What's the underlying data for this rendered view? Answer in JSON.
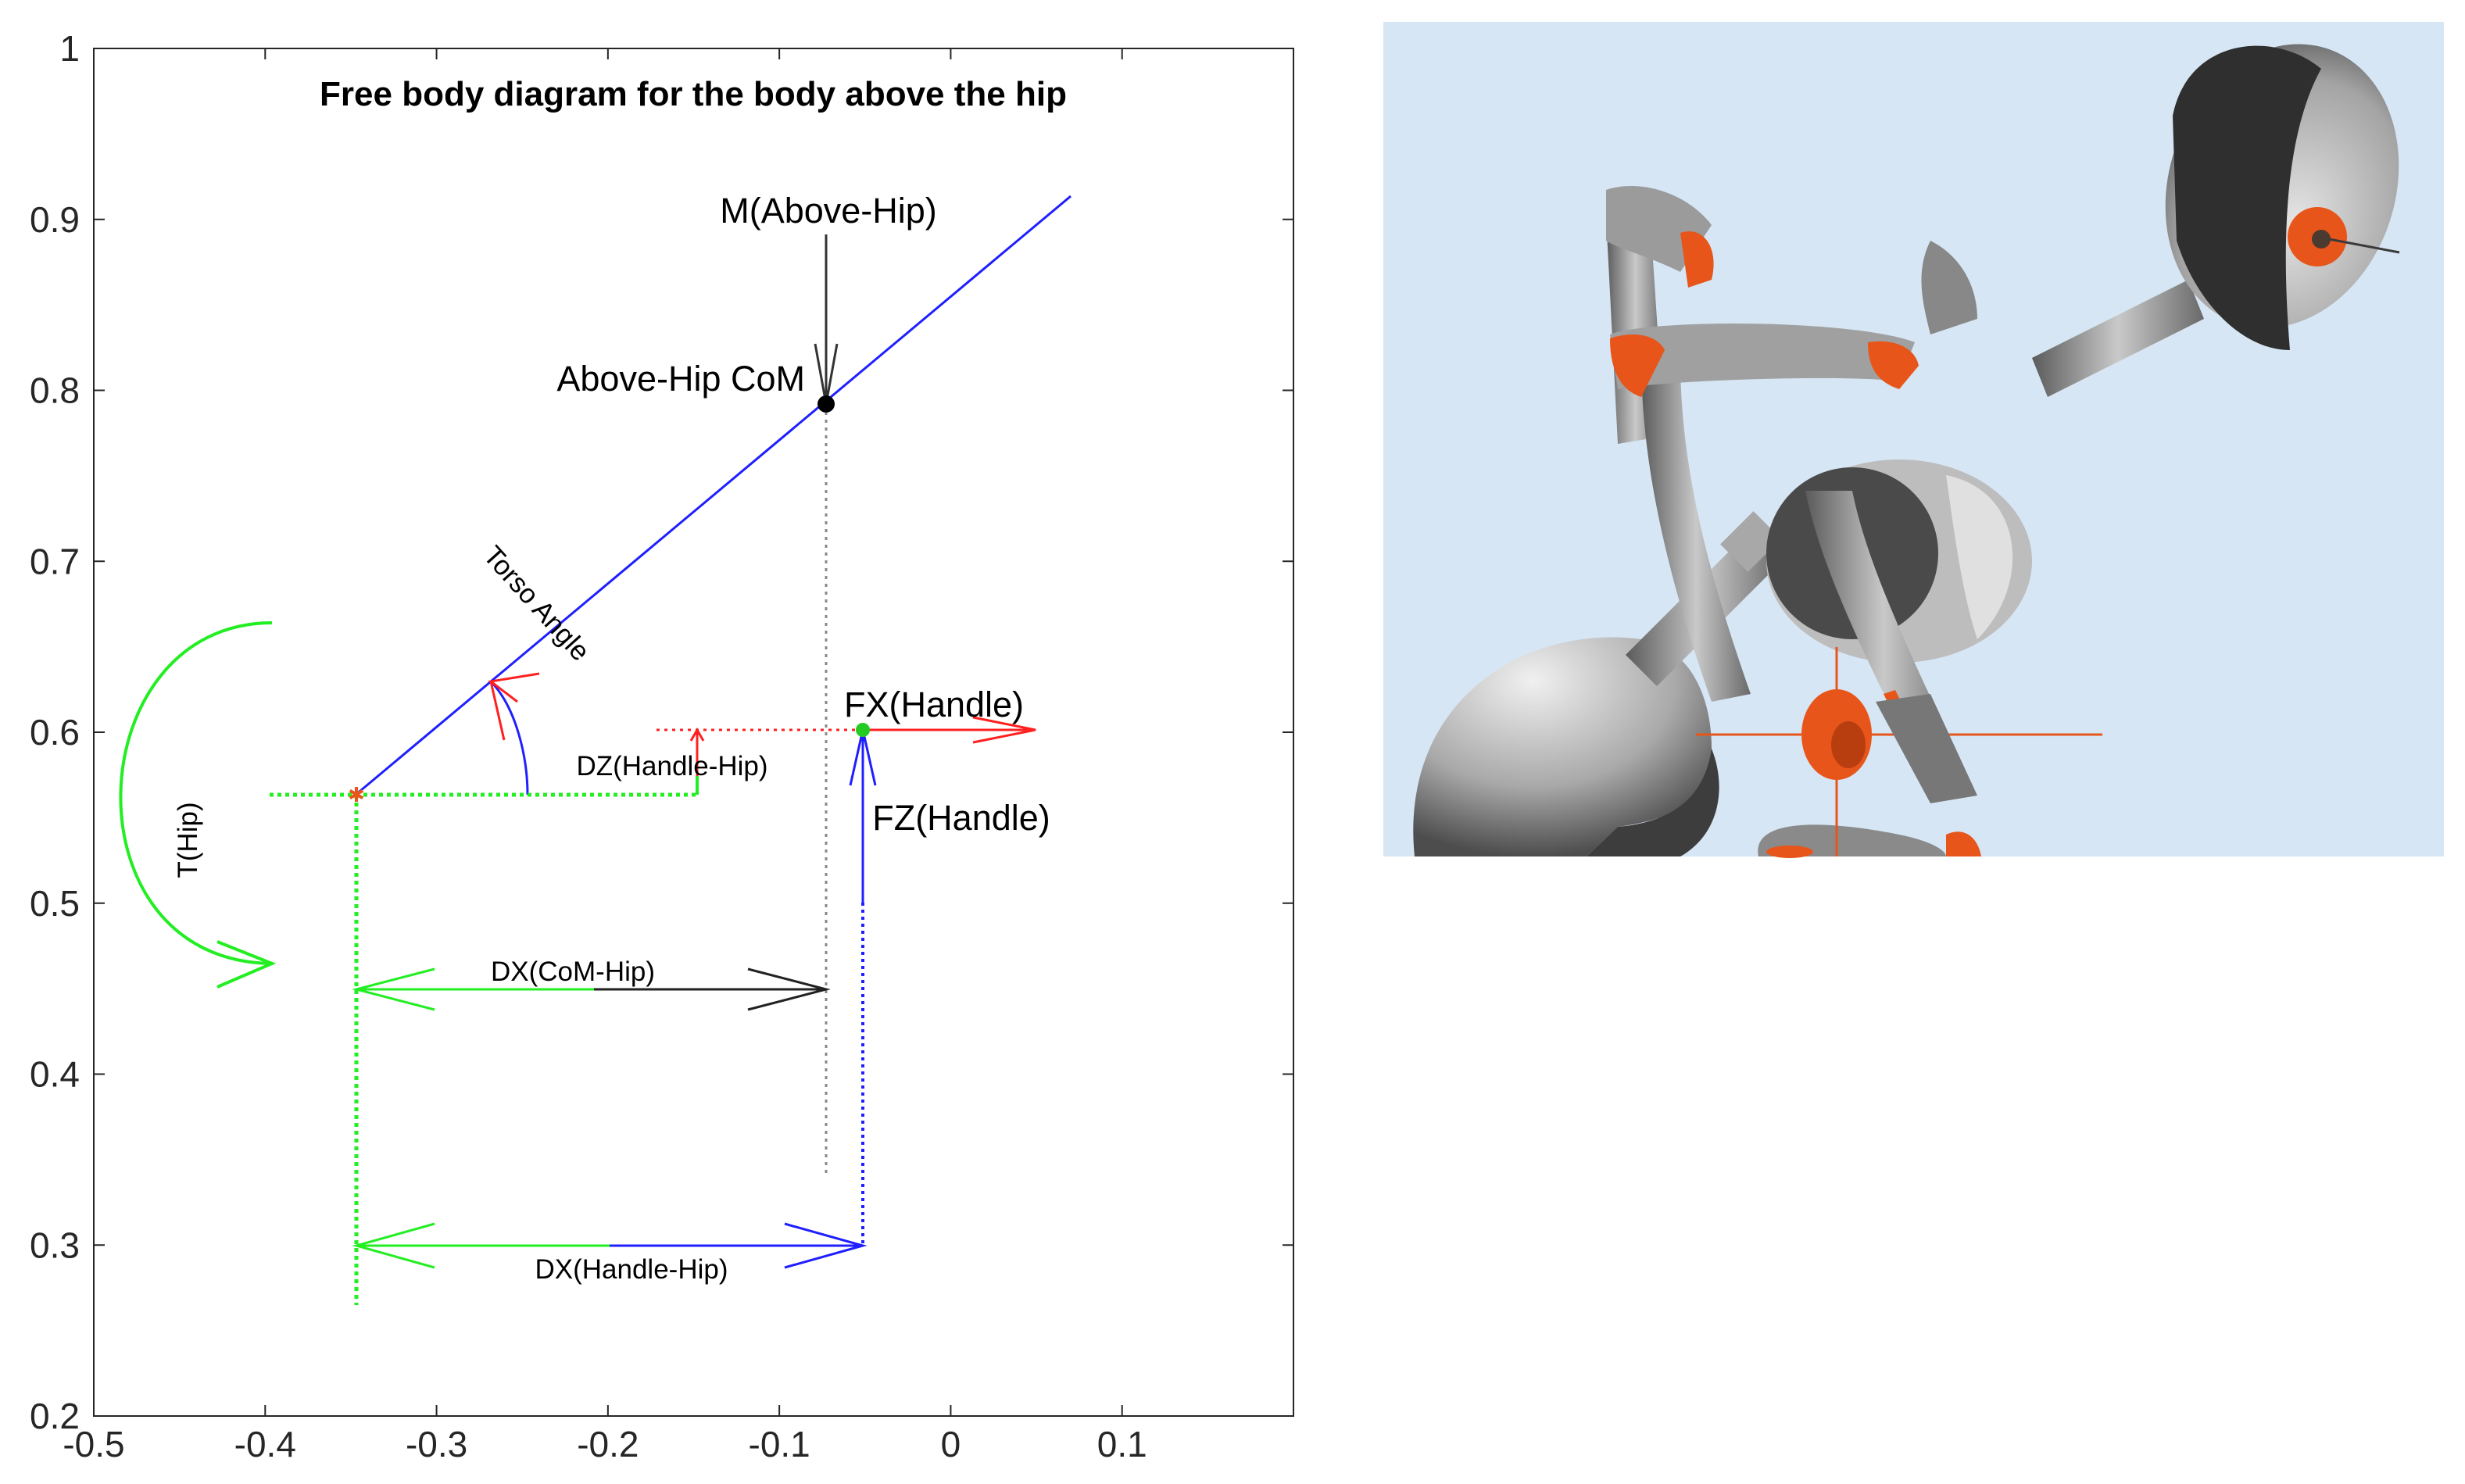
{
  "diagram": {
    "title": "Free body diagram for the body above the hip",
    "x_ticks": [
      "-0.5",
      "-0.4",
      "-0.3",
      "-0.2",
      "-0.1",
      "0",
      "0.1"
    ],
    "y_ticks": [
      "0.2",
      "0.3",
      "0.4",
      "0.5",
      "0.6",
      "0.7",
      "0.8",
      "0.9",
      "1"
    ],
    "labels": {
      "moment": "M(Above-Hip)",
      "com": "Above-Hip CoM",
      "torso_angle": "Torso Angle",
      "fx": "FX(Handle)",
      "dz": "DZ(Handle-Hip)",
      "fz": "FZ(Handle)",
      "torque": "T(Hip)",
      "dx_com": "DX(CoM-Hip)",
      "dx_handle": "DX(Handle-Hip)"
    }
  },
  "chart_data": {
    "type": "diagram",
    "xlim": [
      -0.5,
      0.2
    ],
    "ylim": [
      0.2,
      1.0
    ],
    "hip": [
      -0.345,
      0.563
    ],
    "com": [
      -0.073,
      0.79
    ],
    "handle": [
      -0.05,
      0.6
    ],
    "torso_end": [
      0.07,
      0.913
    ]
  },
  "render": {
    "background": "#d6e6f4",
    "accent": "#e8551a",
    "body": "#9a9a9a"
  }
}
